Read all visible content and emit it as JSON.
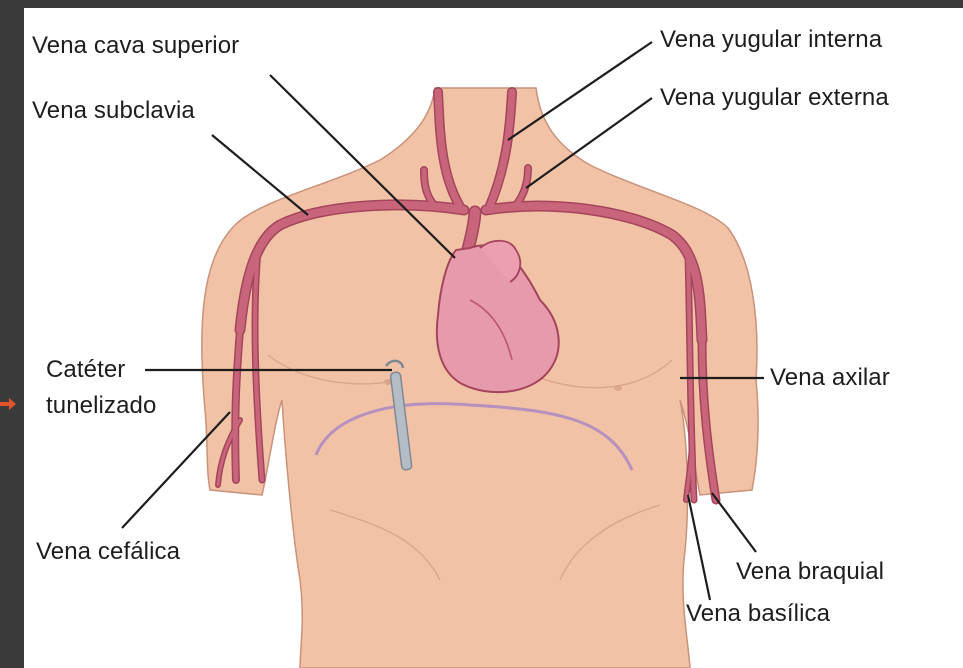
{
  "labels": {
    "vena_cava_superior": "Vena cava superior",
    "vena_subclavia": "Vena subclavia",
    "vena_yugular_interna": "Vena yugular interna",
    "vena_yugular_externa": "Vena yugular externa",
    "cateter_line1": "Catéter",
    "cateter_line2": "tunelizado",
    "vena_axilar": "Vena axilar",
    "vena_cefalica": "Vena cefálica",
    "vena_braquial": "Vena braquial",
    "vena_basilica": "Vena basílica"
  },
  "colors": {
    "skin": "#f2c2a6",
    "skin_outline": "#c9927b",
    "vein": "#c8657a",
    "vein_outline": "#a4455c",
    "heart": "#e79aab",
    "catheter": "#b4bcc6",
    "accent_arrow": "#e0552d"
  }
}
